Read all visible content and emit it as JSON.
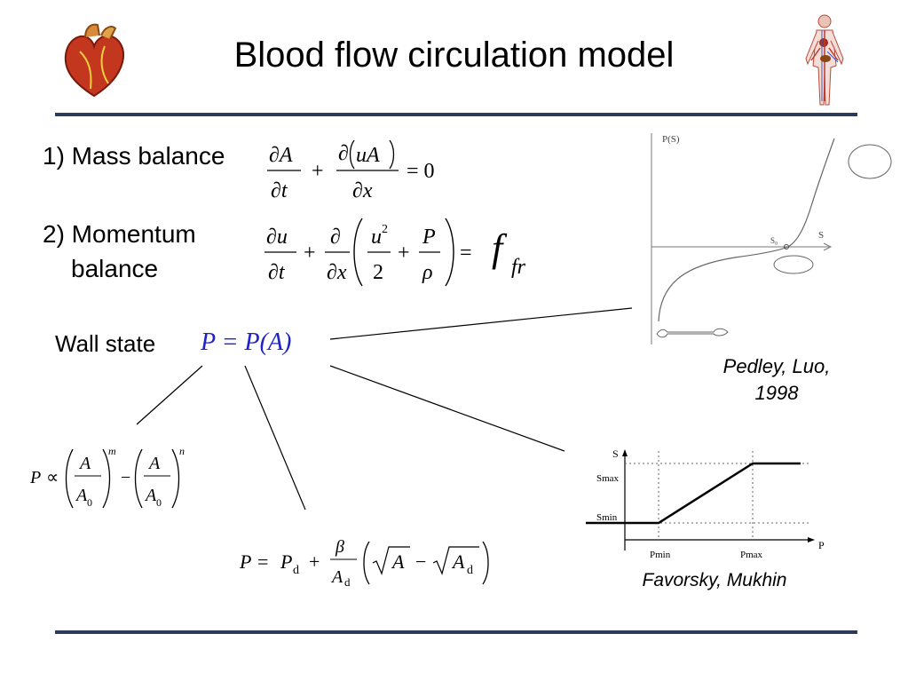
{
  "slide": {
    "title": "Blood flow circulation model",
    "mass_balance_label": "1) Mass balance",
    "momentum_label_line1": "2) Momentum",
    "momentum_label_line2": "balance",
    "wall_state_label": "Wall state",
    "wall_state_eq": "P = P(A)",
    "caption_pedley_line1": "Pedley, Luo,",
    "caption_pedley_line2": "1998",
    "caption_favorsky": "Favorsky, Mukhin"
  },
  "graph1": {
    "y_label": "P(S)",
    "x_label": "S",
    "s0_label": "S₀"
  },
  "graph2": {
    "y_label": "S",
    "x_label": "P",
    "smax_label": "Smax",
    "smin_label": "Smin",
    "pmin_label": "Pmin",
    "pmax_label": "Pmax"
  },
  "icons": {
    "left": "heart-icon",
    "right": "circulatory-system-icon"
  },
  "colors": {
    "rule": "#2c3b5c",
    "wall_state_eq": "#1f24c8"
  }
}
